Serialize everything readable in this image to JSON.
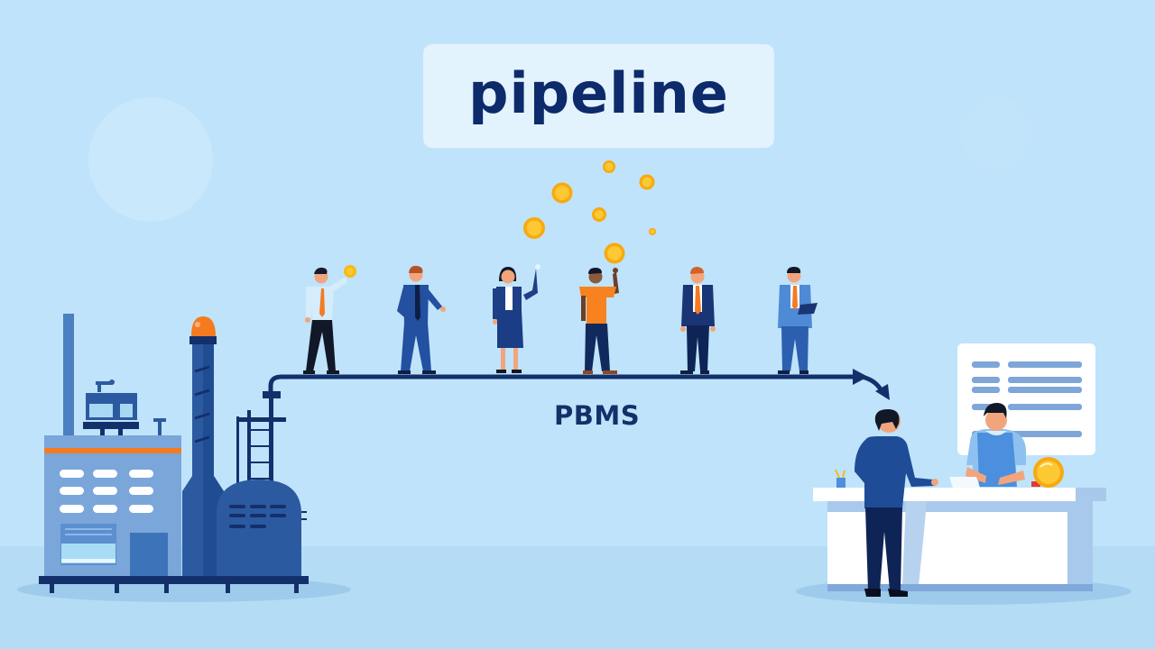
{
  "title": {
    "text": "pipeline"
  },
  "pipeline": {
    "label": "PBMS",
    "flow_direction": "left-to-right"
  },
  "scene": {
    "left": {
      "name": "factory",
      "description": "manufacturing plant with smokestack, tower with orange beacon, and tank"
    },
    "middle": {
      "people": [
        {
          "role": "person-holding-coin",
          "shirt": "light blue",
          "tie": "orange"
        },
        {
          "role": "person-in-suit-reaching",
          "suit": "blue",
          "tie": "navy"
        },
        {
          "role": "woman-in-suit-waving",
          "suit": "navy"
        },
        {
          "role": "person-in-orange-shirt-catching-coin",
          "shirt": "orange"
        },
        {
          "role": "person-in-navy-suit",
          "tie": "orange"
        },
        {
          "role": "person-with-clipboard",
          "suit": "light blue",
          "tie": "orange"
        }
      ],
      "coins_count": 9
    },
    "right": {
      "name": "pharmacy-counter",
      "description": "customer at counter with pharmacist, price board and coin"
    }
  },
  "colors": {
    "background": "#bfe3fa",
    "floor": "#b4dcf5",
    "navy": "#0d2a6b",
    "accent_orange": "#f47b20",
    "coin_gold": "#f9b90f"
  }
}
